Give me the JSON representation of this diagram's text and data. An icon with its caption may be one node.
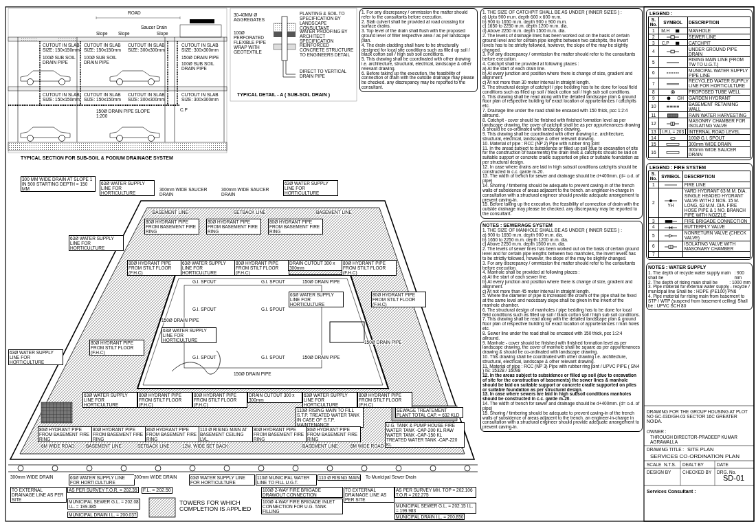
{
  "diagram": {
    "labels": [
      "ROAD",
      "Saucer Drain",
      "Slope",
      "Slope",
      "Slope",
      "CUTOUT IN SLAB SIZE: 150x150mm",
      "CUTOUT IN SLAB SIZE: 150x150mm",
      "CUTOUT IN SLAB SIZE: 300x300mm",
      "CUTOUT IN SLAB SIZE: 300x300mm",
      "100Ø SUB SOIL DRAIN PIPE",
      "100Ø SUB SOIL DRAIN PIPE",
      "150Ø DRAIN PIPE",
      "100Ø SUB SOIL DRAIN PIPE",
      "CUTOUT IN SLAB SIZE: 150x150mm",
      "CUTOUT IN SLAB SIZE: 150x150mm",
      "CUTOUT IN SLAB SIZE: 300x300mm",
      "CUTOUT IN SLAB SIZE: 300x300mm",
      "C.P",
      "150Ø DRAIN PIPE SLOPE 1:200",
      "TYPICAL SECTION FOR SUB-SOIL & PODIUM DRAINAGE SYSTEM",
      "30-40MM Ø AGGREGATES",
      "PLANTING & SOIL TO SPECIFICATION BY LANDSCAPE CONSULTANT",
      "100Ø PERFORATED FLEXIBLE PIPE WRAP WITH GEOTEXTILE",
      "WATER PROOFING BY ARCHITECT SPECIFICATION",
      "REINFORCED CONCRETE STRUCTURE TO ENGINEERS DETAIL",
      "DIRECT TO VERTICAL DRAIN PIPE",
      "TYPICAL DETAIL - A ( SUB-SOIL DRAIN )",
      "1. For any discrepancy / ommission the matter should refer to the consultants before execution.",
      "2. Slab culvert shall be provided at road crossing for surface drains.",
      "3. Top level of the drain shall flush with the proposed ground level of filter respective area / as per landscape plan.",
      "4. The drain cladding shall have to be structurally designed for local site conditions such as filled up soil / black cotton soil / high sub soil conditions.",
      "5. This drawing shall be coordinated with other drawing i.e. architecture, structural, electrical, landscape & other relevant drawing.",
      "6. Before taking up the execution, the feasibility of connection of drain with the outside drainage may please be checked. any discrepancy may be reported to the consultant.",
      "1. THE SIZE OF CATCHPIT SHALL BE AS UNDER ( INNER SIZES ) :",
      "a) Upto 900 m.m. depth 600 x 600 m.m.",
      "b) 900 to 1650 m.m. depth 900 x 900 m.m.",
      "c) 1650 to 2250 m.m. depth 1200 m.m. dia.",
      "d) Above 2250 m.m. depth 1500 m.m. dia.",
      "2. The levels of drainage lines has been worked out on the basis of certain ground level and for certain pipe lengths between two catchpits, the invert levels has to be strictly followed, however, the slope of the may be slightly changed.",
      "3. For any discrepancy / ommission the matter should refer to the consultants before execution.",
      "4. Catchpit shall be provided at following places :",
      "a) At the start of each drain line.",
      "b) At every junction and position where there is change of size, gradient and alignment.",
      "c) At not more than 30 meter interval in straight length.",
      "5. The structural design of catchpit / pipe bedding has to be done for local field conditions such as filled up soil / black cotton soil / high sub soil conditions.",
      "6. This drawing shall be read along with the detailed landscape plan & ground floor plan of respective building for exact location of appurtenances / catchpits etc.",
      "7. Drainage line under the road shall be encased with 150 thick, pcc 1:2:4 allround.",
      "8. Catchpit - cover should be finished with finished formation level as per landscape drawing, the cover of catchpit shall be as per appurtenances drawing & should be co-ordinated with landscape drawing.",
      "9. This drawing shall be coordinated with other drawing i.e. architecture, structural, electrical, landscape & other relevant drawing.",
      "10. Material of pipe : RCC (NP 2) Pipe with rubber ring joint",
      "11. In the areas subject to subsidence or filled up soil (due to excavation of site for the construction of basements) the drain lines & catchpits should be laid on suitable support or concrete cradle supported on piles or suitable foundation as per structural design.",
      "12. In case where drains are laid in high subsoil conditions catchpits should be constructed in c.c. garde m-20.",
      "13. The width of trench for sewer and drainage should be d+400mm. (d= o.d. of pipe)",
      "14. Shoring / timbering should be adequate to prevent caving-in of the trench walls of subsidence of areas adjacent to the trench. an engineer-in-charge in consultation with a structural engineer should provide adequate arrangement to prevent caving-in.",
      "15. Before taking up the execution, the feasibility of connection of drain with the outside drainage may please be checked. any discrepancy may be reported to the consultant.",
      "NOTES : SEWERAGE SYSTEM",
      "1. THE SIZE OF MANHOLE SHALL BE AS UNDER ( INNER SIZES ) :",
      "a) 900 to 1650 m.m. depth 900 m.m. dia.",
      "b) 1650 to 2250 m.m. depth 1200 m.m. dia.",
      "c) Above 2250 m.m. depth 1500 m.m. dia.",
      "2. The levels of sewer lines has been worked out on the basis of certain ground level and for certain pipe lengths between two manholes, the invert levels has to be strictly followed, however, the slope of the may be slightly changed.",
      "3. For any discrepancy / ommission the matter should refer to the consultants before execution.",
      "4. Manhole shall be provided at following places :",
      "a) At the start of each sewer line.",
      "b) At every junction and position where there is change of size, gradient and alignment.",
      "c) At not more than 45 meter interval in straight length.",
      "5. Where the diameter of pipe is increased the crown of the pipe shall be fixed at the same level and necessary slope shall be given in the invert of the manhole chamber.",
      "6. The structural design of manholes / pipe bedding has to be done for local field conditions such as filled up soil / black cotton soil / high sub soil conditions.",
      "7. This drawing shall be read along with the detailed landscape plan & ground floor plan of respective building for exact location of appurtenances / man holes etc.",
      "8. Sewer line under the road shall be encased with 150 thick, pcc 1:2:4 allround.",
      "9. Manhole - cover should be finished with finished formation level as per landscape drawing, the cover of manhole shall be square as per appurtenances drawing & should be co-ordinated with landscape drawing.",
      "10. This drawing shall be coordinated with other drawing i.e. architecture, structural, electrical, landscape & other relevant drawing.",
      "11. Material of pipe : RCC (NP 3) Pipe with rubber ring joint / UPVC PIPE ( SN4 ) IS: 15328 / 16098",
      "12. In the areas subject to subsidence or filled up soil (due to excavation of site for the construction of basements) the sewer lines & manhole should be laid on suitable support or concrete cradle supported on piles or suitable foundation as per structural design.",
      "13. In case where sewers are laid in high subsoil conditions manholes should be constructed in c.c. garde m-20.",
      "14. The width of trench for sewer and drainage should be d+400mm. (d= o.d. of pipe)",
      "15. Shoring / timbering should be adequate to prevent caving-in of the trench walls of subsidence of areas adjacent to the trench. an engineer-in-charge in consultation with a structural engineer should provide adequate arrangement to prevent caving-in.",
      "LEGEND :",
      "S. No.",
      "SYMBOL",
      "DESCRIPTION",
      "1",
      "M.H",
      "2",
      "3",
      "C.P",
      "4",
      "5",
      "6",
      "7",
      "8",
      "9",
      "GH",
      "10",
      "11",
      "12",
      "13",
      "I.R.L = 203",
      "14",
      "15",
      "16",
      "LEGEND : FIRE SYSTEM",
      "S. No.",
      "SYMBOL",
      "DESCRIPTION",
      "1",
      "2",
      "YH",
      "3",
      "4",
      "5",
      "6",
      "7",
      "NOTES : WATER SUPPLY",
      "1. The depth of recycle water supply main shall be",
      ": 900 mm",
      "2. The depth of rising main shall be",
      ": 1000 mm",
      "3. Pipe material for external water supply - recycle / municipal line Shall be : HDPE (PE100) PN6",
      "4. Pipe material for rising main from basement to STP / WTP (suspend from basement ceiling) Shall be : UPVC SCH 80",
      "DRAWING FOR THE GROUP HOUSING AT PLOT NO GC-03D/GH-03 SECTOR 16C GREATER NOIDA.",
      "OWNER :",
      "THROUGH DIRECTOR-PRADEEP KUMAR AGRAWALLA",
      "DRAWING TITLE :",
      "SITE PLAN",
      "SERVICES CO-ORDINATION PLAN",
      "SCALE",
      "N.T.S.",
      "DEALT BY",
      "DATE",
      "DESIGN BY",
      "CHECKED BY",
      "DRG. No.",
      "SD-01",
      "Services Consultant :",
      "300 MM WIDE DRAIN AT SLOPE 1 IN 500 STARTING DEPTH = 150 MM",
      "63Ø WATER SUPPLY LINE FOR HORTICULTURE",
      "300mm WIDE SAUCER DRAIN",
      "300mm WIDE SAUCER DRAIN",
      "63Ø WATER SUPPLY LINE FOR HORTICULTURE",
      "BASEMENT LINE",
      "SETBACK LINE",
      "BASEMENT LINE",
      "80Ø HYDRANT PIPE FROM BASEMENT FIRE RING",
      "80Ø HYDRANT PIPE FROM BASEMENT FIRE RING",
      "80Ø HYDRANT PIPE FROM BASEMENT FIRE RING",
      "63Ø WATER SUPPLY LINE FOR HORTICULTURE",
      "80Ø HYDRANT PIPE FROM STILT FLOOR (F.H.C)",
      "63Ø WATER SUPPLY LINE FOR HORTICULTURE",
      "80Ø HYDRANT PIPE FROM STILT FLOOR (F.H.C)",
      "DRAIN CUTOUT 300 x 300mm",
      "80Ø HYDRANT PIPE FROM STILT FLOOR (F.H.C)",
      "G.I. SPOUT",
      "G.I. SPOUT",
      "150Ø DRAIN PIPE",
      "63Ø WATER SUPPLY LINE FOR HORTICULTURE",
      "80Ø HYDRANT PIPE FROM STILT FLOOR (F.H.C)",
      "G.I. SPOUT",
      "G.I. SPOUT",
      "150Ø DRAIN PIPE",
      "63Ø WATER SUPPLY LINE FOR HORTICULTURE",
      "80Ø HYDRANT PIPE FROM STILT FLOOR (F.H.C)",
      "150Ø DRAIN PIPE",
      "63Ø WATER SUPPLY LINE FOR HORTICULTURE",
      "G.I. SPOUT",
      "G.I. SPOUT",
      "150Ø DRAIN PIPE",
      "150Ø DRAIN PIPE",
      "63Ø WATER SUPPLY LINE FOR HORTICULTURE",
      "80Ø HYDRANT PIPE FROM STILT FLOOR (F.H.C)",
      "80Ø HYDRANT PIPE FROM STILT FLOOR (F.H.C)",
      "DRAIN CUTOUT 300 x 300mm",
      "63Ø WATER SUPPLY LINE FOR HORTICULTURE",
      "80Ø HYDRANT PIPE FROM STILT FLOOR (F.H.C)",
      "110Ø RISING MAIN TO FILL S.T.P. TREATED WATER TANK IN CASE OF S.T.P. MAINTENANCE",
      "SEWAGE TREATEMENT PLANT TOTAL CAP. = 632 KLD",
      "80Ø HYDRANT PIPE FROM BASEMENT FIRE RING",
      "80Ø HYDRANT PIPE FROM BASEMENT FIRE RING",
      "80Ø HYDRANT PIPE FROM BASEMENT FIRE RING",
      "110 Ø RISING MAIN AT BASEMENT CEILING LVL.",
      "80Ø HYDRANT PIPE FROM BASEMENT FIRE RING",
      "80Ø HYDRANT PIPE FROM BASEMENT FIRE RING",
      "U.G. TANK & PUMP HOUSE FIRE WATER TANK -CAP-200 KL RAW WATER TANK -CAP-150 KL TREATED WATER TANK -CAP-220 KL",
      "6M WIDE ROAD",
      "BASEMENT LINE",
      "SETBACK LINE",
      "12M. WIDE SET BACK",
      "BASEMENT LINE",
      "6M WIDE ROAD",
      "300mm WIDE DRAIN",
      "63Ø WATER SUPPLY LINE FOR HORTICULTURE",
      "300mm WIDE DRAIN",
      "63Ø WATER SUPPLY LINE FOR HORTICULTURE",
      "110Ø MUNICIPAL WATER LINE TO FILL U.G.T.",
      "110 Ø RISING MAIN",
      "To Municipal Sewer Drain",
      "TO EXTERNAL DRAINAGE LINE AS PER SITE",
      "AS PER SURVEY T.O.R. = 202.35",
      "F.L. = 202.50",
      "100Ø 2-WAY FIRE BRIGADE DRAWOUT CONNECTION",
      "TO EXTERNAL DRAINAGE LINE AS PER SITE",
      "AS PER SURVEY MH. TOP = 202.106 T.O.R = 202.275",
      "MUNICIPAL SEWER G.L. = 202.08 I.L. = 199.385",
      "100Ø 4-WAY FIRE BRIGADE INLET CONNECTION FOR U.G. TANK FILLING",
      "MUNICIPAL SEWER G.L. = 202.15 I.L. = 199.983",
      "MUNICIPAL DRAIN I.L. = 200.037",
      "TOWERS FOR WHICH COMPLETION IS APPLIED",
      "MUNICIPAL DRAIN I.L. = 200.850"
    ],
    "legend": [
      {
        "text": "MANHOLE"
      },
      {
        "text": "SEWER LINE"
      },
      {
        "text": "CATCHPIT"
      },
      {
        "text": "UNDER GROUND PIPE DRAIN"
      },
      {
        "text": "RISING MAIN LINE (FROM TW TO U.G.T.)"
      },
      {
        "text": "MUNICIPAL WATER SUPPLY PIPE LINE"
      },
      {
        "text": "RECYCLED WATER SUPPLY LINE FOR HORTICULTURE"
      },
      {
        "text": "PROPOSED TUBE WELL"
      },
      {
        "text": "GARDEN HYDRANT"
      },
      {
        "text": "BASEMENT RETAINING WALL"
      },
      {
        "text": "RAIN WATER HARVESTING"
      },
      {
        "text": "MASONRY CHAMBER FOR ISOLATING VALVE"
      },
      {
        "text": "INTERNAL ROAD LEVEL"
      },
      {
        "text": "100Ø G.I. SPOUT"
      },
      {
        "text": "300mm WIDE DRAIN"
      },
      {
        "text": "300mm WIDE SAUCER DRAIN"
      },
      {
        "text": "FIRE LINE"
      },
      {
        "text": "YARD HYDRANT 63 M.M. DIA. SINGLE HEADED HYDRANT VALVE WITH 2 NOS. 15 M. LONG, 63 M.M. DIA. FIRE HOSE PIPE & 1 NO. BRANCH PIPE WITH NOZZLE"
      },
      {
        "text": "FIRE BRIGADE CONNECTION"
      },
      {
        "text": "BUTTERFLY VALVE"
      },
      {
        "text": "NONRETURN VALVE (CHECK VALVE)"
      },
      {
        "text": "ISOLATING VALVE WITH MASONARY CHAMBER"
      }
    ]
  }
}
